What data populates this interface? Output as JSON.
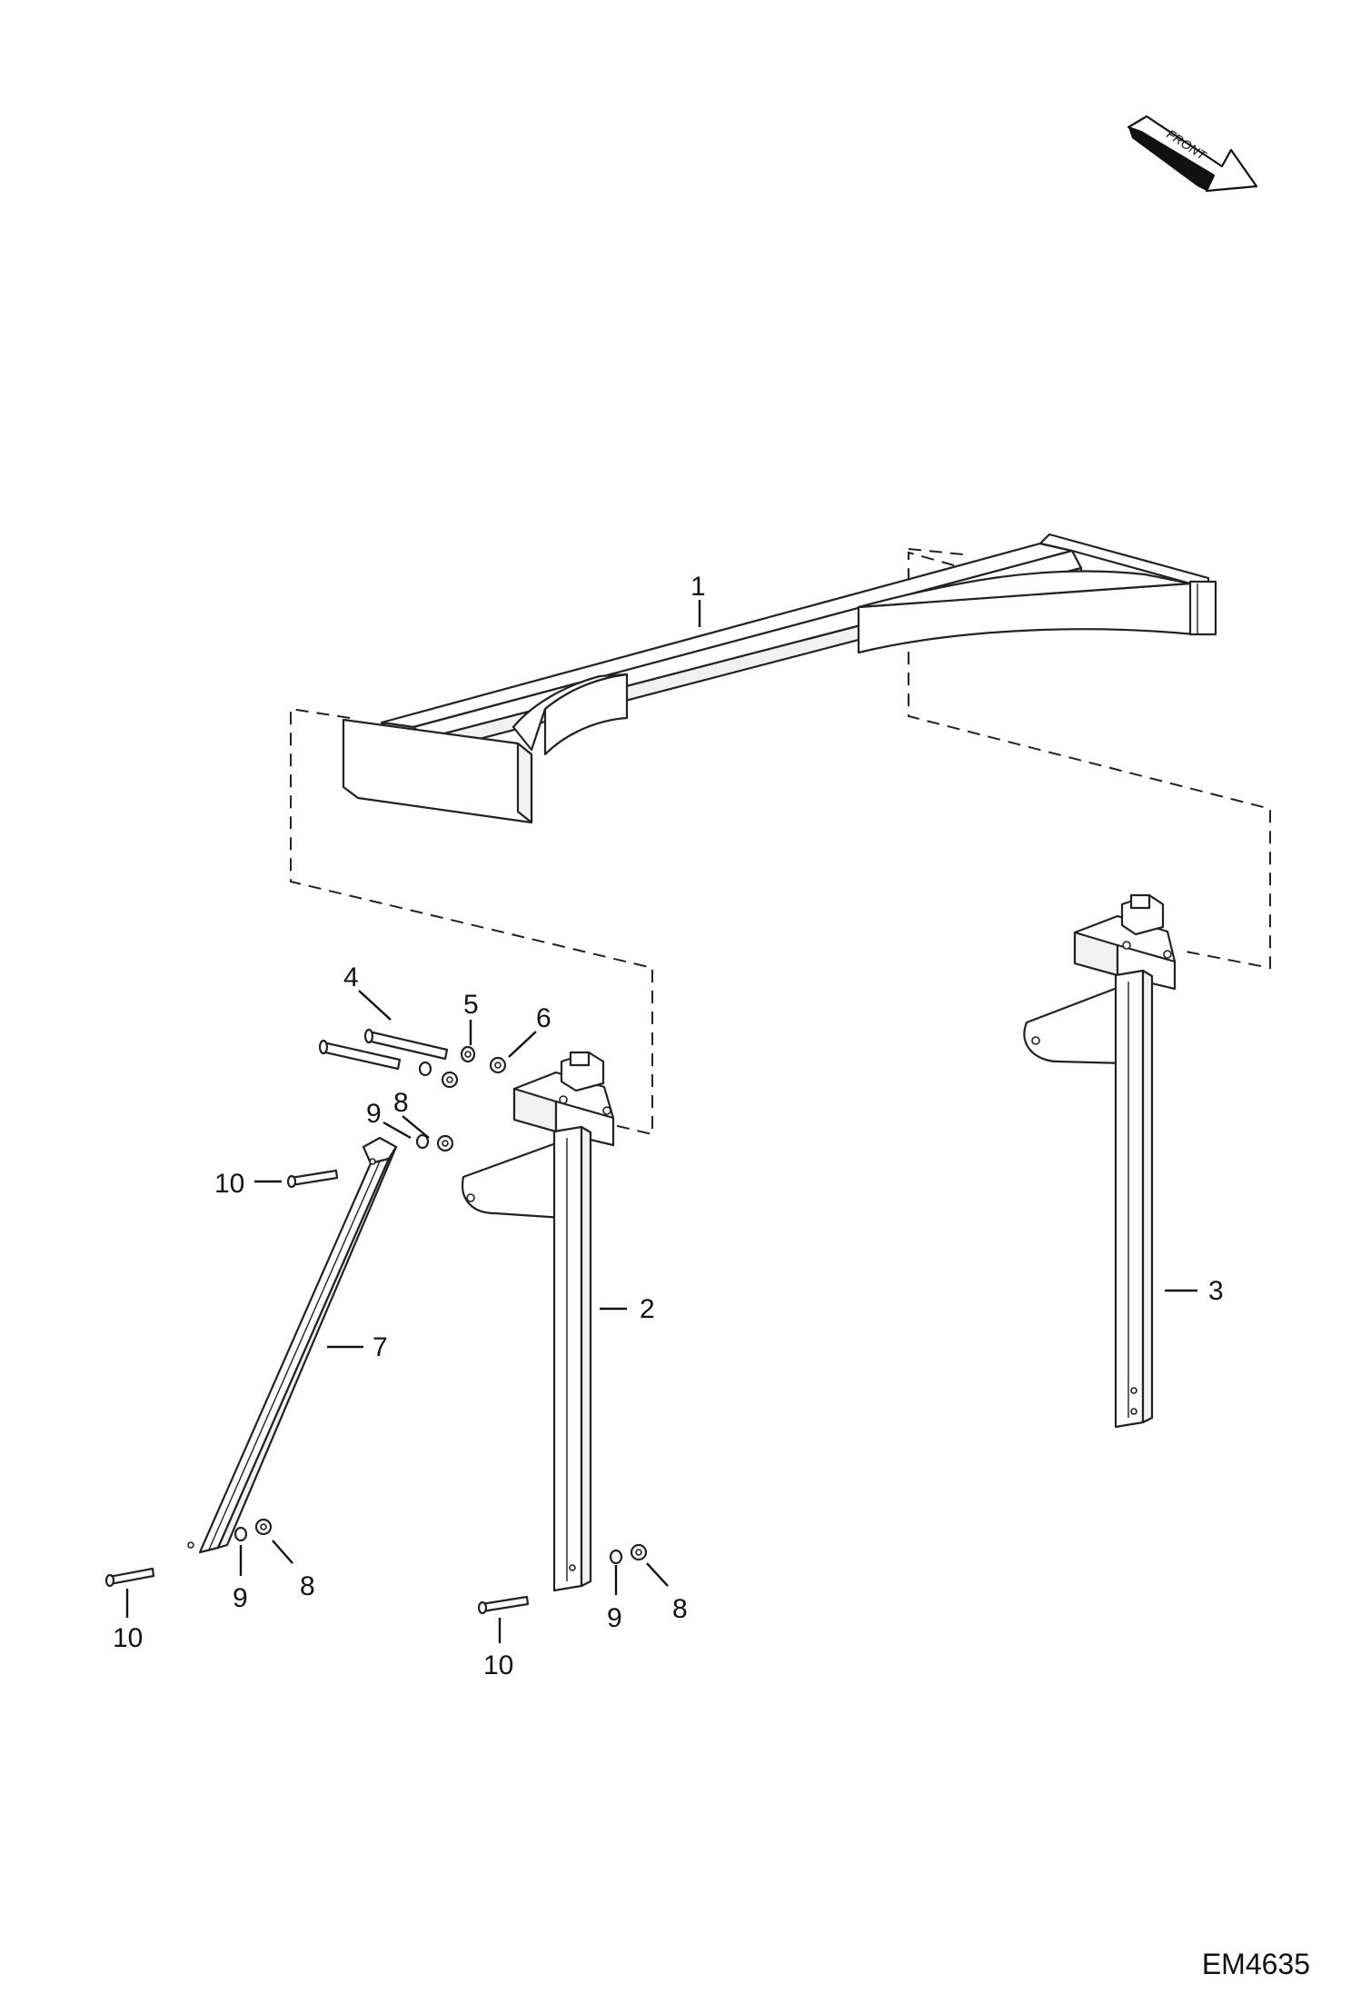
{
  "orientation": {
    "label": "FRONT",
    "icon": "front-arrow-icon"
  },
  "callouts": {
    "c1": "1",
    "c2": "2",
    "c3": "3",
    "c4": "4",
    "c5": "5",
    "c6": "6",
    "c7": "7",
    "c8_upper": "8",
    "c9_upper": "9",
    "c10_upper": "10",
    "c8_lower_left": "8",
    "c9_lower_left": "9",
    "c10_lower_left": "10",
    "c8_lower_mid": "8",
    "c9_lower_mid": "9",
    "c10_lower_mid": "10"
  },
  "drawing_number": "EM4635"
}
